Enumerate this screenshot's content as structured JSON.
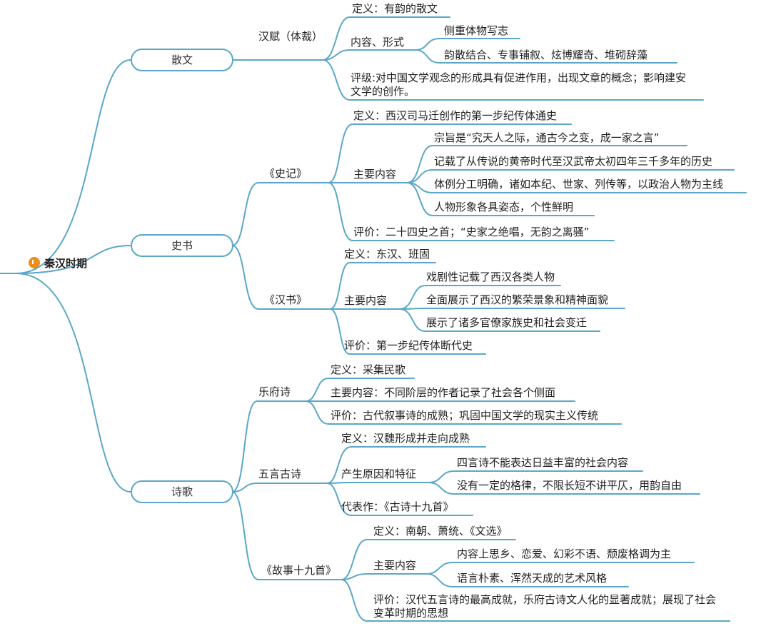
{
  "root": "秦汉时期",
  "branches": {
    "prose": "散文",
    "history": "史书",
    "poetry": "诗歌"
  },
  "prose": {
    "hanfu": "汉赋（体裁）",
    "definition": "定义：有韵的散文",
    "content_form": "内容、形式",
    "cf_items": [
      "侧重体物写志",
      "韵散结合、专事铺叙、炫博耀奇、堆砌辞藻"
    ],
    "evaluation": "评级:对中国文学观念的形成具有促进作用，出现文章的概念；影响建安文学的创作。"
  },
  "shiji": {
    "title": "《史记》",
    "definition": "定义：西汉司马迁创作的第一步纪传体通史",
    "main": "主要内容",
    "items": [
      "宗旨是“究天人之际，通古今之变，成一家之言”",
      "记载了从传说的黄帝时代至汉武帝太初四年三千多年的历史",
      "体例分工明确，诸如本纪、世家、列传等，以政治人物为主线",
      "人物形象各具姿态，个性鲜明"
    ],
    "evaluation": "评价：二十四史之首；“史家之绝唱，无韵之离骚”"
  },
  "hanshu": {
    "title": "《汉书》",
    "definition": "定义：东汉、班固",
    "main": "主要内容",
    "items": [
      "戏剧性记载了西汉各类人物",
      "全面展示了西汉的繁荣景象和精神面貌",
      "展示了诸多官僚家族史和社会变迁"
    ],
    "evaluation": "评价：第一步纪传体断代史"
  },
  "yuefu": {
    "title": "乐府诗",
    "definition": "定义：采集民歌",
    "main": "主要内容：不同阶层的作者记录了社会各个侧面",
    "evaluation": "评价：古代叙事诗的成熟；巩固中国文学的现实主义传统"
  },
  "wuyan": {
    "title": "五言古诗",
    "definition": "定义：汉魏形成并走向成熟",
    "cause": "产生原因和特征",
    "items": [
      "四言诗不能表达日益丰富的社会内容",
      "没有一定的格律，不限长短不讲平仄，用韵自由"
    ],
    "representative": "代表作：《古诗十九首》"
  },
  "gushi": {
    "title": "《故事十九首》",
    "definition": "定义：南朝、萧统、《文选》",
    "main": "主要内容",
    "items": [
      "内容上思乡、恋爱、幻彩不语、颓废格调为主",
      "语言朴素、浑然天成的艺术风格"
    ],
    "evaluation": "评价：汉代五言诗的最高成就，乐府古诗文人化的显著成就；展现了社会变革时期的思想"
  },
  "colors": {
    "line": "#5aa7c9",
    "root_icon": "#f08c1a"
  }
}
